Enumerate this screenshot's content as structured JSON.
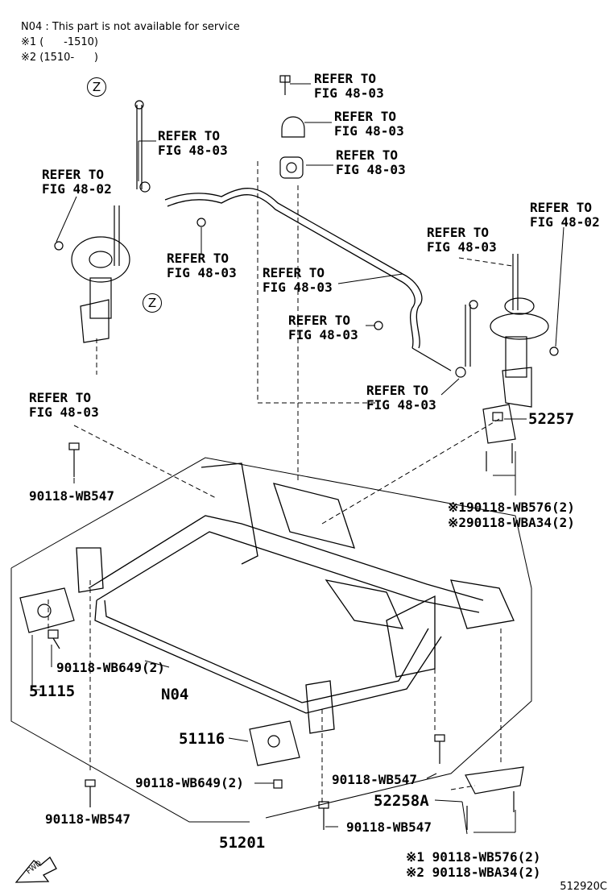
{
  "notes": {
    "n04": "N04 : This part is not available for service",
    "m1": "※1 (      -1510)",
    "m2": "※2 (1510-      )"
  },
  "refer": {
    "r1a": "REFER TO",
    "r1b": "FIG 48-03",
    "r2a": "REFER TO",
    "r2b": "FIG 48-03",
    "r3a": "REFER TO",
    "r3b": "FIG 48-03",
    "r4a": "REFER TO",
    "r4b": "FIG 48-03",
    "r5a": "REFER TO",
    "r5b": "FIG 48-02",
    "r6a": "REFER TO",
    "r6b": "FIG 48-03",
    "r7a": "REFER TO",
    "r7b": "FIG 48-02",
    "r8a": "REFER TO",
    "r8b": "FIG 48-03",
    "r9a": "REFER TO",
    "r9b": "FIG 48-03",
    "r10a": "REFER TO",
    "r10b": "FIG 48-03",
    "r11a": "REFER TO",
    "r11b": "FIG 48-03",
    "r12a": "REFER TO",
    "r12b": "FIG 48-03"
  },
  "markers": {
    "z1": "Z",
    "z2": "Z"
  },
  "parts": {
    "p52257": "52257",
    "p576a": "※190118-WB576(2)",
    "pa34a": "※290118-WBA34(2)",
    "p547a": "90118-WB547",
    "p649a": "90118-WB649(2)",
    "p51115": "51115",
    "n04": "N04",
    "p51116": "51116",
    "p649b": "90118-WB649(2)",
    "p547b": "90118-WB547",
    "p547c": "90118-WB547",
    "p547d": "90118-WB547",
    "p52258a": "52258A",
    "p51201": "51201",
    "p576b": "※1 90118-WB576(2)",
    "pa34b": "※2 90118-WBA34(2)"
  },
  "icons": {
    "fwd": "FWD"
  },
  "code": "512920C"
}
